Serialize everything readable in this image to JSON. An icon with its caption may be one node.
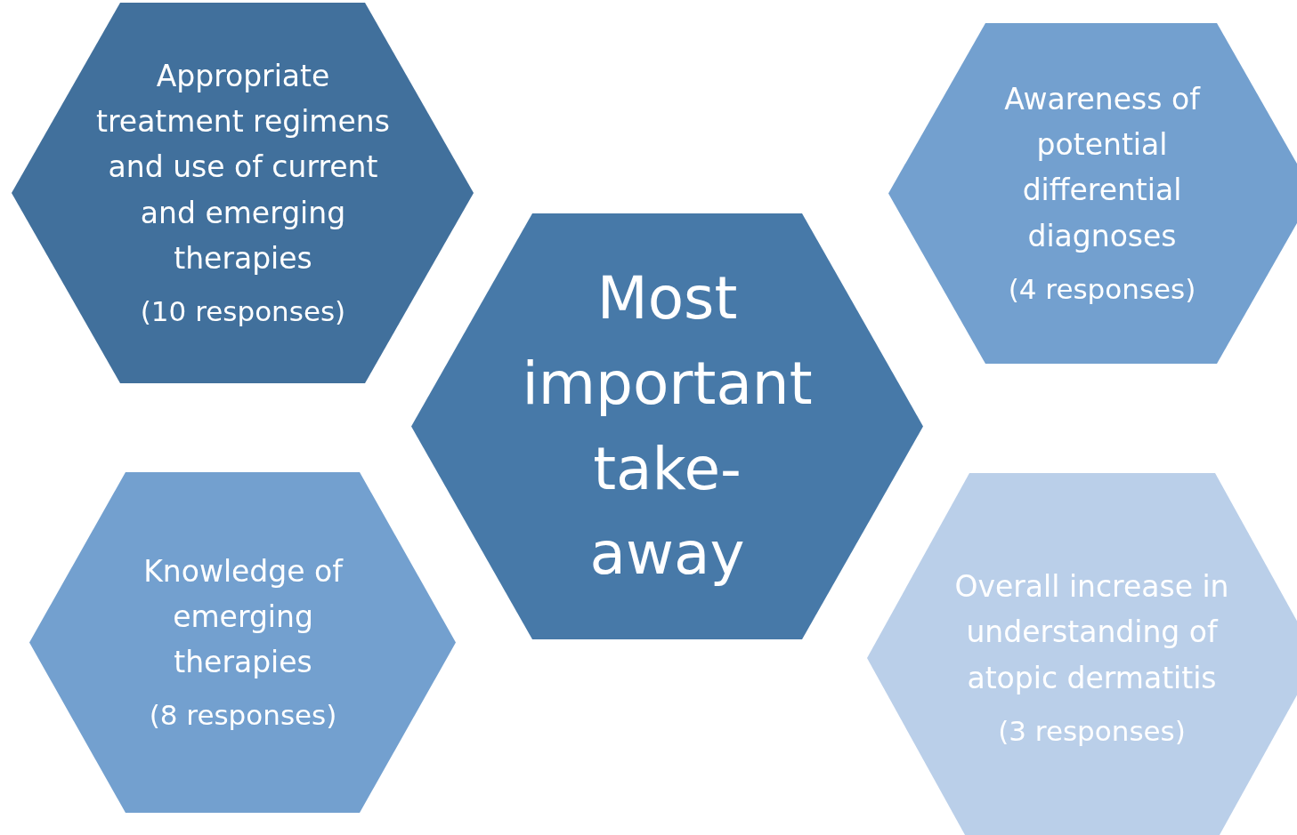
{
  "diagram": {
    "nodes": [
      {
        "text": [
          "Most important take-away"
        ]
      },
      {
        "text": [
          "Appropriate treatment regimens and use of current and emerging therapies",
          "(10 responses)"
        ]
      },
      {
        "text": [
          "Awareness of potential differential diagnoses",
          "(4 responses)"
        ]
      },
      {
        "text": [
          "Knowledge of emerging therapies",
          "(8 responses)"
        ]
      },
      {
        "text": [
          "Overall increase in understanding of atopic dermatitis",
          "(3 responses)"
        ]
      }
    ]
  }
}
